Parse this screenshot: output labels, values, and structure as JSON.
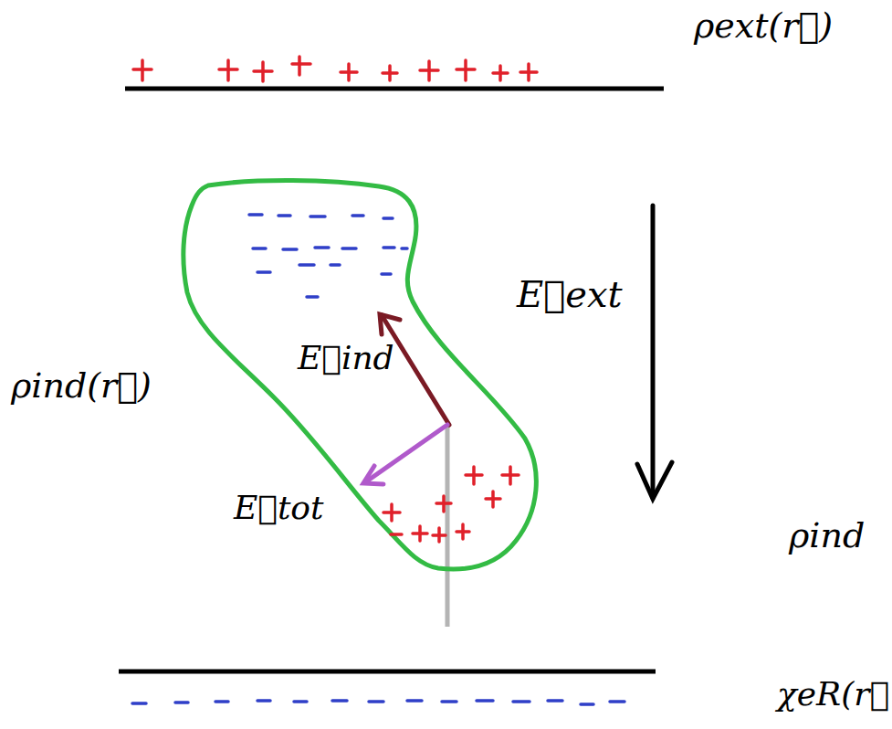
{
  "diagram": {
    "labels": [
      "ρext(r⃗)",
      "E⃗ext",
      "E⃗ind",
      "ρind(r⃗)",
      "E⃗tot",
      "ρind",
      "χeR(r⃗"
    ]
  }
}
